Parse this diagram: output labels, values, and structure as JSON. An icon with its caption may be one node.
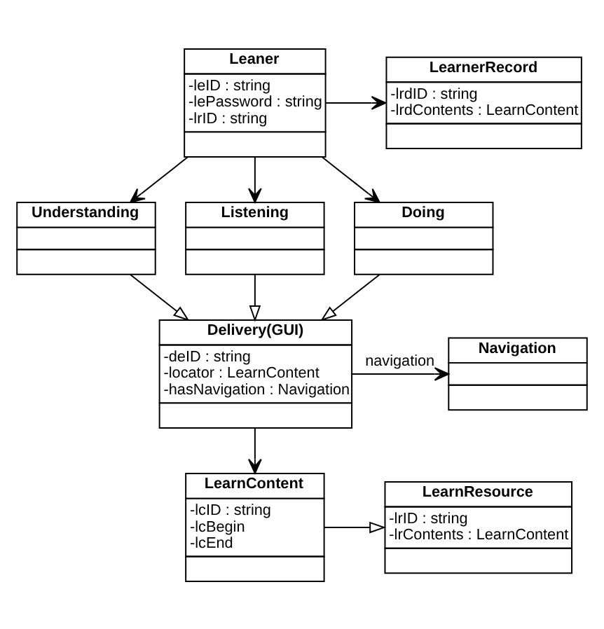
{
  "diagram": {
    "nodes": [
      {
        "text": [
          "Leaner",
          "-leID : string",
          "-lePassword : string",
          "-lrID : string"
        ]
      },
      {
        "text": [
          "LearnerRecord",
          "-lrdID : string",
          "-lrdContents : LearnContent"
        ]
      },
      {
        "text": [
          "Understanding"
        ]
      },
      {
        "text": [
          "Listening"
        ]
      },
      {
        "text": [
          "Doing"
        ]
      },
      {
        "text": [
          "Delivery(GUI)",
          "-deID : string",
          "-locator : LearnContent",
          "-hasNavigation : Navigation"
        ]
      },
      {
        "text": [
          "Navigation"
        ]
      },
      {
        "text": [
          "LearnContent",
          "-lcID : string",
          "-lcBegin",
          "-lcEnd"
        ]
      },
      {
        "text": [
          "LearnResource",
          "-lrID : string",
          "-lrContents : LearnContent"
        ]
      }
    ],
    "edges": [
      {
        "from": 0,
        "to": 1,
        "arrow": "to"
      },
      {
        "from": 0,
        "to": 2,
        "arrow": "to"
      },
      {
        "from": 0,
        "to": 3,
        "arrow": "to"
      },
      {
        "from": 0,
        "to": 4,
        "arrow": "to"
      },
      {
        "from": 2,
        "to": 5,
        "arrow": "to"
      },
      {
        "from": 3,
        "to": 5,
        "arrow": "to"
      },
      {
        "from": 4,
        "to": 5,
        "arrow": "to"
      },
      {
        "from": 5,
        "to": 6,
        "arrow": "to",
        "label": "navigation"
      },
      {
        "from": 5,
        "to": 7,
        "arrow": "to"
      },
      {
        "from": 7,
        "to": 8,
        "arrow": "to"
      }
    ]
  }
}
